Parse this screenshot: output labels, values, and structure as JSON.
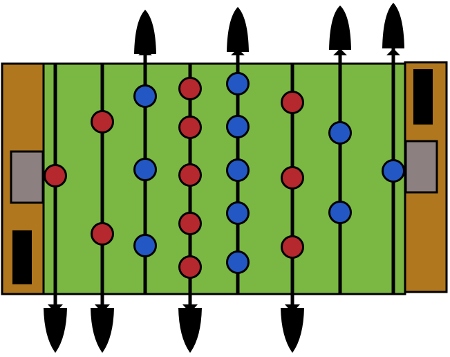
{
  "colors": {
    "field": "#7ab843",
    "wood": "#b0771e",
    "goal": "#8c8080",
    "slot": "#000000",
    "red_player": "#b5282d",
    "blue_player": "#2358c4",
    "outline": "#000000",
    "background": "#ffffff"
  },
  "icons": {
    "rod_handle": "rod-handle-icon",
    "player": "player-icon"
  },
  "rods": [
    {
      "team": "red",
      "handle": "bottom",
      "players": 1
    },
    {
      "team": "red",
      "handle": "bottom",
      "players": 2
    },
    {
      "team": "blue",
      "handle": "top",
      "players": 3
    },
    {
      "team": "red",
      "handle": "bottom",
      "players": 5
    },
    {
      "team": "blue",
      "handle": "top",
      "players": 5
    },
    {
      "team": "red",
      "handle": "bottom",
      "players": 3
    },
    {
      "team": "blue",
      "handle": "top",
      "players": 2
    },
    {
      "team": "blue",
      "handle": "top",
      "players": 1
    }
  ]
}
